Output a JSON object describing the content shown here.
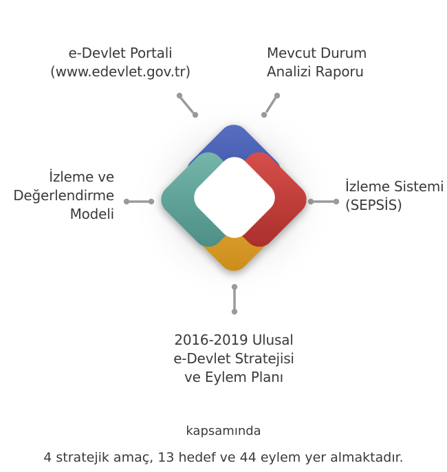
{
  "colors": {
    "blue": "#3f59b0",
    "red": "#c63b37",
    "orange": "#e3a12a",
    "teal": "#5fa39a",
    "connector": "#9a9a9a"
  },
  "nodes": {
    "top_left": {
      "line1": "e-Devlet Portali",
      "line2": "(www.edevlet.gov.tr)"
    },
    "top_right": {
      "line1": "Mevcut Durum",
      "line2": "Analizi Raporu"
    },
    "left": {
      "line1": "İzleme ve",
      "line2": "Değerlendirme",
      "line3": "Modeli"
    },
    "right": {
      "line1": "İzleme Sistemi",
      "line2": "(SEPSİS)"
    },
    "bottom": {
      "line1": "2016-2019 Ulusal",
      "line2": "e-Devlet Stratejisi",
      "line3": "ve Eylem Planı"
    }
  },
  "footer": {
    "intro": "kapsamında",
    "summary": "4 stratejik amaç, 13 hedef ve 44 eylem yer almaktadır."
  }
}
